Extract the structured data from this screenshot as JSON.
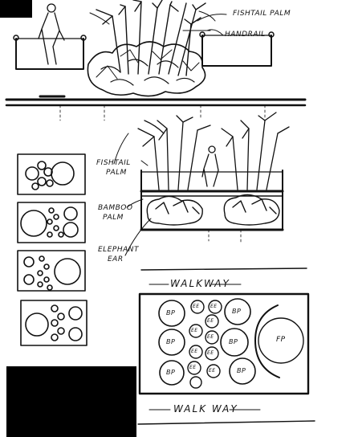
{
  "labels": {
    "fishtail_palm_top": "FISHTAIL PALM",
    "handrail": "HANDRAIL",
    "fishtail_palm_mid_1": "FISHTAIL",
    "fishtail_palm_mid_2": "PALM",
    "bamboo_palm_1": "BAMBOO",
    "bamboo_palm_2": "PALM",
    "elephant_ear_1": "ELEPHANT",
    "elephant_ear_2": "EAR",
    "walkway_top": "WALKWAY",
    "walkway_bottom": "WALK WAY"
  },
  "plan_symbols": {
    "bp": "BP",
    "ee": "EE",
    "fp": "FP"
  },
  "colors": {
    "ink": "#111111",
    "paper": "#ffffff",
    "mask": "#000000"
  }
}
